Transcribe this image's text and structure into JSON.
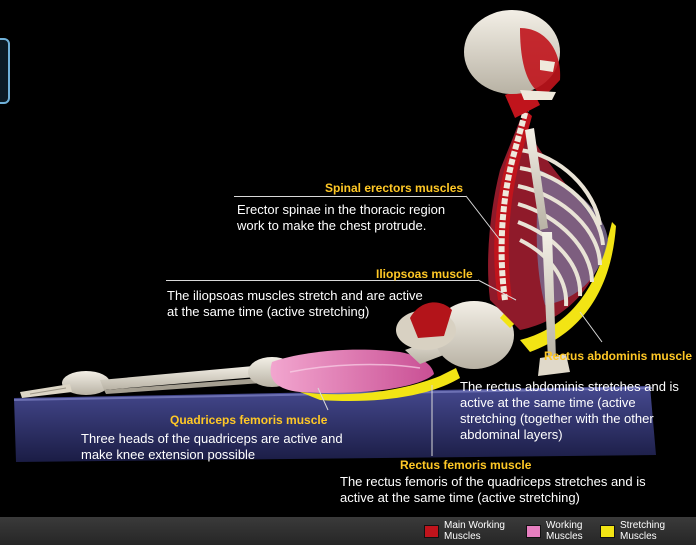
{
  "annotations": {
    "spinal": {
      "title": "Spinal erectors muscles",
      "text": "Erector spinae in the thoracic region work to make the chest protrude."
    },
    "iliopsoas": {
      "title": "Iliopsoas muscle",
      "text": "The iliopsoas muscles stretch and are active at the same time (active stretching)"
    },
    "rectus_abdominis": {
      "title": "Rectus abdominis muscle",
      "text": "The rectus abdominis stretches and is active at the same time (active stretching (together with the other abdominal layers)"
    },
    "quadriceps": {
      "title": "Quadriceps femoris muscle",
      "text": "Three heads of the quadriceps are active and make knee extension possible"
    },
    "rectus_femoris": {
      "title": "Rectus femoris muscle",
      "text": "The rectus femoris of the quadriceps stretches and is active at the same time (active stretching)"
    }
  },
  "legend": [
    {
      "label": "Main Working Muscles",
      "color": "#c0141c"
    },
    {
      "label": "Working Muscles",
      "color": "#e77fc0"
    },
    {
      "label": "Stretching Muscles",
      "color": "#f2e414"
    }
  ],
  "colors": {
    "label_title": "#ffc826",
    "label_text": "#ffffff",
    "background": "#000000",
    "mat": "#2c2f6a"
  }
}
